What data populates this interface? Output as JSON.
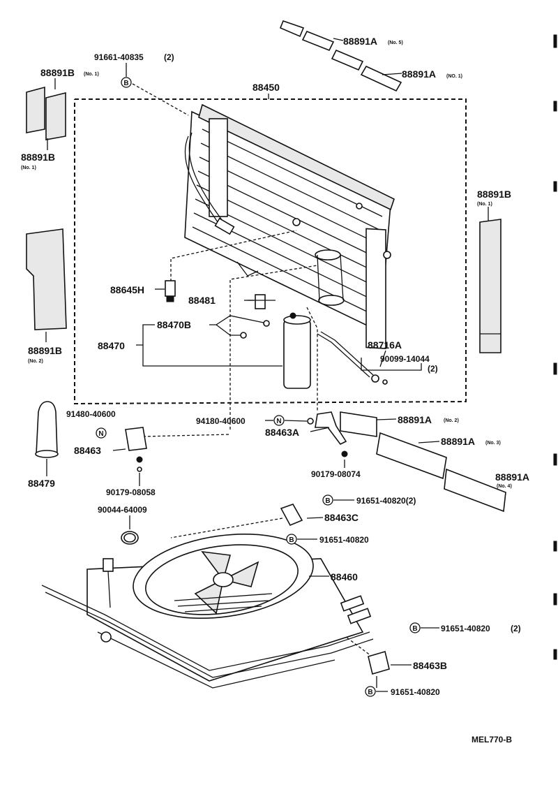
{
  "drawing_code": "MEL770-B",
  "labels": {
    "l_91661_40835": "91661-40835",
    "q_91661": "(2)",
    "l_88891A_no5": "88891A",
    "n_88891A_no5": "(No. 5)",
    "l_88891A_no1": "88891A",
    "n_88891A_no1": "(NO. 1)",
    "l_88891B_top": "88891B",
    "n_88891B_top": "(No. 1)",
    "l_88450": "88450",
    "l_88891B_left1": "88891B",
    "n_88891B_left1": "(No. 1)",
    "l_88891B_right": "88891B",
    "n_88891B_right": "(No. 1)",
    "l_88645H": "88645H",
    "l_88481": "88481",
    "l_88470B": "88470B",
    "l_88470": "88470",
    "l_88716A": "88716A",
    "l_90099_14044": "90099-14044",
    "q_90099": "(2)",
    "l_88891B_left2": "88891B",
    "n_88891B_left2": "(No. 2)",
    "l_91480_40600": "91480-40600",
    "l_94180_40600": "94180-40600",
    "l_88891A_no2": "88891A",
    "n_88891A_no2": "(No. 2)",
    "l_88463A": "88463A",
    "l_88891A_no3": "88891A",
    "n_88891A_no3": "(No. 3)",
    "l_88463": "88463",
    "l_88479": "88479",
    "l_90179_08074": "90179-08074",
    "l_88891A_no4": "88891A",
    "n_88891A_no4": "(No. 4)",
    "l_90179_08058": "90179-08058",
    "l_91651_40820_a": "91651-40820(2)",
    "l_90044_64009": "90044-64009",
    "l_88463C": "88463C",
    "l_91651_40820_b": "91651-40820",
    "l_88460": "88460",
    "l_91651_40820_c": "91651-40820",
    "q_91651_c": "(2)",
    "l_88463B": "88463B",
    "l_91651_40820_d": "91651-40820"
  },
  "markers": {
    "b": "B",
    "n": "N"
  }
}
